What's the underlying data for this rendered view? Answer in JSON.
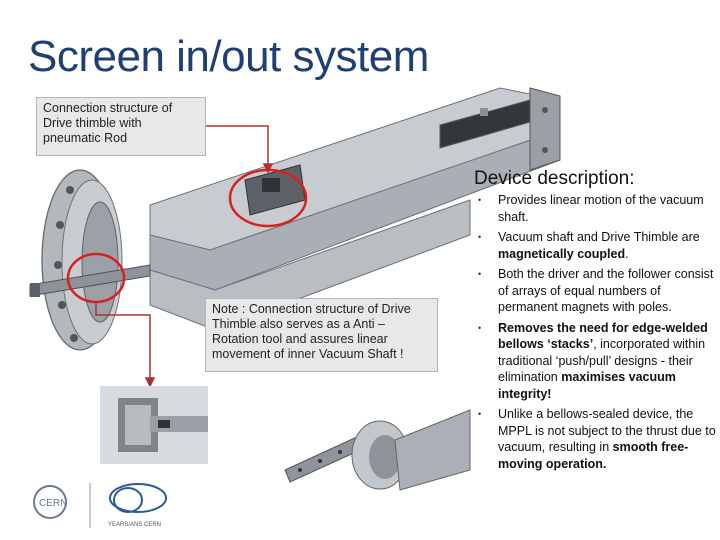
{
  "title": "Screen in/out system",
  "callout_top": "Connection structure of Drive thimble with pneumatic Rod",
  "callout_note": "Note : Connection structure of Drive Thimble also serves as a Anti – Rotation tool and assures linear movement of inner Vacuum Shaft !",
  "device_description": {
    "heading": "Device description:",
    "bullets": [
      {
        "parts": [
          {
            "t": "Provides linear motion of the vacuum shaft.",
            "b": false
          }
        ]
      },
      {
        "parts": [
          {
            "t": "Vacuum shaft and Drive Thimble are ",
            "b": false
          },
          {
            "t": "magnetically coupled",
            "b": true
          },
          {
            "t": ".",
            "b": false
          }
        ]
      },
      {
        "parts": [
          {
            "t": "Both the driver and the follower consist of arrays of equal numbers of permanent magnets with poles.",
            "b": false
          }
        ]
      },
      {
        "parts": [
          {
            "t": "Removes the need for edge-welded bellows ‘stacks’",
            "b": true
          },
          {
            "t": ", incorporated within traditional ‘push/pull’ designs - their elimination ",
            "b": false
          },
          {
            "t": "maximises vacuum integrity!",
            "b": true
          }
        ]
      },
      {
        "parts": [
          {
            "t": "Unlike a bellows-sealed device, the MPPL is not subject to the thrust due to vacuum, resulting in ",
            "b": false
          },
          {
            "t": "smooth free-moving operation.",
            "b": true
          }
        ]
      }
    ]
  },
  "logos": {
    "cern": "CERN",
    "anniversary": "YEARS/ANS CERN"
  },
  "colors": {
    "title": "#1f3f77",
    "callout_bg": "#e8e8e8",
    "highlight_circle": "#d92020",
    "arrow": "#b03030"
  }
}
